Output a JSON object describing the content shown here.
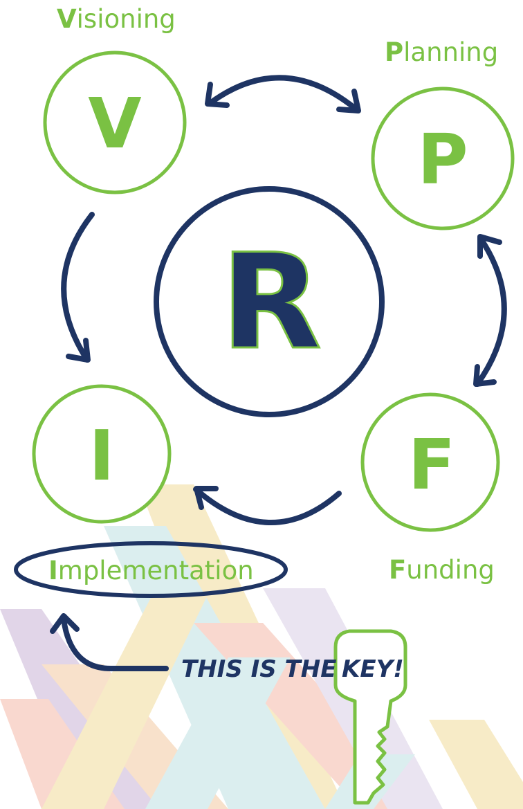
{
  "colors": {
    "green": "#7ac143",
    "navy": "#1e3463",
    "bg_stripes": [
      "#c9b3d6",
      "#f3c9a2",
      "#f2dc9a",
      "#bfe1e3",
      "#f5b9a8",
      "#d9cfe6"
    ]
  },
  "nodes": {
    "visioning": {
      "letter": "V",
      "label_initial": "V",
      "label_rest": "isioning"
    },
    "planning": {
      "letter": "P",
      "label_initial": "P",
      "label_rest": "lanning"
    },
    "funding": {
      "letter": "F",
      "label_initial": "F",
      "label_rest": "unding"
    },
    "implementation": {
      "letter": "I",
      "label_initial": "I",
      "label_rest": "mplementation"
    },
    "center": {
      "letter": "R"
    }
  },
  "callout": {
    "text": "THIS IS THE",
    "key_word": "KEY!"
  },
  "icons": [
    "double-arrow-icon",
    "curved-arrow-icon",
    "key-icon"
  ]
}
